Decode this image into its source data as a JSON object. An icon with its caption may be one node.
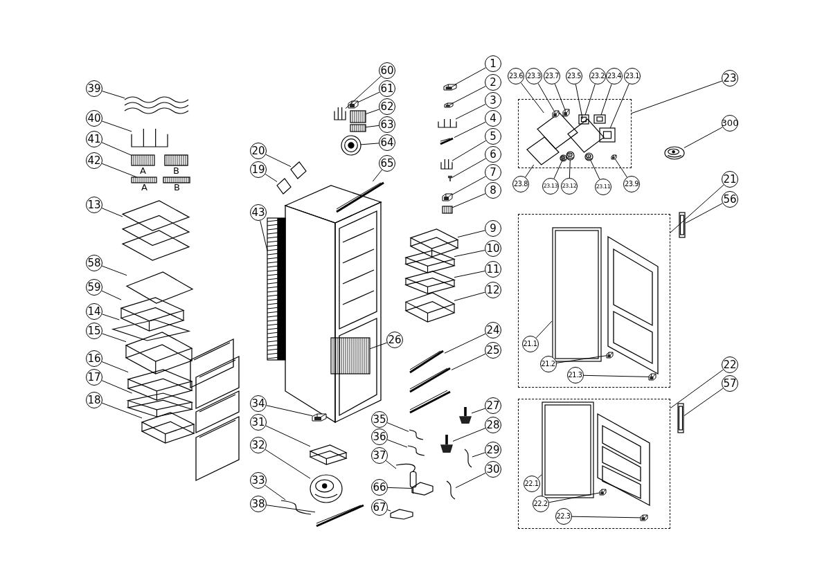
{
  "diagram": {
    "nodes": [
      {
        "text": [
          "39"
        ]
      },
      {
        "text": [],
        "shape": "picture"
      },
      {
        "text": [
          "40"
        ]
      },
      {
        "text": [],
        "shape": "picture"
      },
      {
        "text": [
          "41"
        ]
      },
      {
        "text": [],
        "shape": "picture"
      },
      {
        "text": [
          "42"
        ]
      },
      {
        "text": [],
        "shape": "picture"
      },
      {
        "text": [
          "13"
        ]
      },
      {
        "text": [],
        "shape": "picture"
      },
      {
        "text": [
          "58"
        ]
      },
      {
        "text": [],
        "shape": "picture"
      },
      {
        "text": [
          "59"
        ]
      },
      {
        "text": [],
        "shape": "picture"
      },
      {
        "text": [
          "14"
        ]
      },
      {
        "text": [],
        "shape": "picture"
      },
      {
        "text": [
          "15"
        ]
      },
      {
        "text": [],
        "shape": "picture"
      },
      {
        "text": [
          "16"
        ]
      },
      {
        "text": [],
        "shape": "picture"
      },
      {
        "text": [
          "17"
        ]
      },
      {
        "text": [],
        "shape": "picture"
      },
      {
        "text": [
          "18"
        ]
      },
      {
        "text": [],
        "shape": "picture"
      },
      {
        "text": [
          "20"
        ]
      },
      {
        "text": [],
        "shape": "picture"
      },
      {
        "text": [
          "19"
        ]
      },
      {
        "text": [],
        "shape": "picture"
      },
      {
        "text": [
          "43"
        ]
      },
      {
        "text": [],
        "shape": "picture"
      },
      {
        "text": [
          "34"
        ]
      },
      {
        "text": [],
        "shape": "picture"
      },
      {
        "text": [
          "31"
        ]
      },
      {
        "text": [],
        "shape": "picture"
      },
      {
        "text": [
          "32"
        ]
      },
      {
        "text": [],
        "shape": "picture"
      },
      {
        "text": [
          "33"
        ]
      },
      {
        "text": [],
        "shape": "picture"
      },
      {
        "text": [
          "38"
        ]
      },
      {
        "text": [],
        "shape": "picture"
      },
      {
        "text": [
          "60"
        ]
      },
      {
        "text": [],
        "shape": "picture"
      },
      {
        "text": [
          "61"
        ]
      },
      {
        "text": [],
        "shape": "picture"
      },
      {
        "text": [
          "62"
        ]
      },
      {
        "text": [],
        "shape": "picture"
      },
      {
        "text": [
          "63"
        ]
      },
      {
        "text": [],
        "shape": "picture"
      },
      {
        "text": [
          "64"
        ]
      },
      {
        "text": [],
        "shape": "picture"
      },
      {
        "text": [
          "65"
        ]
      },
      {
        "text": [],
        "shape": "picture"
      },
      {
        "text": [
          "26"
        ]
      },
      {
        "text": [],
        "shape": "picture"
      },
      {
        "text": [
          "35"
        ]
      },
      {
        "text": [],
        "shape": "picture"
      },
      {
        "text": [
          "36"
        ]
      },
      {
        "text": [],
        "shape": "picture"
      },
      {
        "text": [
          "37"
        ]
      },
      {
        "text": [],
        "shape": "picture"
      },
      {
        "text": [
          "66"
        ]
      },
      {
        "text": [],
        "shape": "picture"
      },
      {
        "text": [
          "67"
        ]
      },
      {
        "text": [],
        "shape": "picture"
      },
      {
        "text": [
          "1"
        ]
      },
      {
        "text": [],
        "shape": "picture"
      },
      {
        "text": [
          "2"
        ]
      },
      {
        "text": [],
        "shape": "picture"
      },
      {
        "text": [
          "3"
        ]
      },
      {
        "text": [],
        "shape": "picture"
      },
      {
        "text": [
          "4"
        ]
      },
      {
        "text": [],
        "shape": "picture"
      },
      {
        "text": [
          "5"
        ]
      },
      {
        "text": [],
        "shape": "picture"
      },
      {
        "text": [
          "6"
        ]
      },
      {
        "text": [],
        "shape": "picture"
      },
      {
        "text": [
          "7"
        ]
      },
      {
        "text": [],
        "shape": "picture"
      },
      {
        "text": [
          "8"
        ]
      },
      {
        "text": [],
        "shape": "picture"
      },
      {
        "text": [
          "9"
        ]
      },
      {
        "text": [],
        "shape": "picture"
      },
      {
        "text": [
          "10"
        ]
      },
      {
        "text": [],
        "shape": "picture"
      },
      {
        "text": [
          "11"
        ]
      },
      {
        "text": [],
        "shape": "picture"
      },
      {
        "text": [
          "12"
        ]
      },
      {
        "text": [],
        "shape": "picture"
      },
      {
        "text": [
          "24"
        ]
      },
      {
        "text": [],
        "shape": "picture"
      },
      {
        "text": [
          "25"
        ]
      },
      {
        "text": [],
        "shape": "picture"
      },
      {
        "text": [
          "27"
        ]
      },
      {
        "text": [],
        "shape": "picture"
      },
      {
        "text": [
          "28"
        ]
      },
      {
        "text": [],
        "shape": "picture"
      },
      {
        "text": [
          "29"
        ]
      },
      {
        "text": [],
        "shape": "picture"
      },
      {
        "text": [
          "30"
        ]
      },
      {
        "text": [],
        "shape": "picture"
      },
      {
        "text": [
          "23"
        ]
      },
      {
        "text": [],
        "shape": "box"
      },
      {
        "text": [
          "23.6"
        ]
      },
      {
        "text": [],
        "shape": "picture",
        "in": 101
      },
      {
        "text": [
          "23.3"
        ]
      },
      {
        "text": [],
        "shape": "picture",
        "in": 101
      },
      {
        "text": [
          "23.7"
        ]
      },
      {
        "text": [],
        "shape": "picture",
        "in": 101
      },
      {
        "text": [
          "23.5"
        ]
      },
      {
        "text": [],
        "shape": "picture",
        "in": 101
      },
      {
        "text": [
          "23.2"
        ]
      },
      {
        "text": [],
        "shape": "picture",
        "in": 101
      },
      {
        "text": [
          "23.4"
        ]
      },
      {
        "text": [],
        "shape": "picture",
        "in": 101
      },
      {
        "text": [
          "23.1"
        ]
      },
      {
        "text": [],
        "shape": "picture",
        "in": 101
      },
      {
        "text": [
          "23.8"
        ]
      },
      {
        "text": [],
        "shape": "picture",
        "in": 101
      },
      {
        "text": [
          "23.13"
        ]
      },
      {
        "text": [],
        "shape": "picture",
        "in": 101
      },
      {
        "text": [
          "23.12"
        ]
      },
      {
        "text": [],
        "shape": "picture",
        "in": 101
      },
      {
        "text": [
          "23.11"
        ]
      },
      {
        "text": [],
        "shape": "picture",
        "in": 101
      },
      {
        "text": [
          "23.9"
        ]
      },
      {
        "text": [],
        "shape": "picture",
        "in": 101
      },
      {
        "text": [
          "300"
        ]
      },
      {
        "text": [],
        "shape": "picture"
      },
      {
        "text": [
          "21"
        ]
      },
      {
        "text": [],
        "shape": "box"
      },
      {
        "text": [
          "21.1"
        ],
        "in": 129
      },
      {
        "text": [],
        "shape": "picture",
        "in": 129
      },
      {
        "text": [
          "21.2"
        ],
        "in": 129
      },
      {
        "text": [],
        "shape": "picture",
        "in": 129
      },
      {
        "text": [
          "21.3"
        ],
        "in": 129
      },
      {
        "text": [],
        "shape": "picture",
        "in": 129
      },
      {
        "text": [
          "56"
        ]
      },
      {
        "text": [],
        "shape": "picture"
      },
      {
        "text": [
          "22"
        ]
      },
      {
        "text": [],
        "shape": "box"
      },
      {
        "text": [
          "22.1"
        ],
        "in": 139
      },
      {
        "text": [],
        "shape": "picture",
        "in": 139
      },
      {
        "text": [
          "22.2"
        ],
        "in": 139
      },
      {
        "text": [],
        "shape": "picture",
        "in": 139
      },
      {
        "text": [
          "22.3"
        ],
        "in": 139
      },
      {
        "text": [],
        "shape": "picture",
        "in": 139
      },
      {
        "text": [
          "57"
        ]
      },
      {
        "text": [],
        "shape": "picture"
      }
    ],
    "edges": [
      {
        "from": 0,
        "to": 1,
        "arrow": "none"
      },
      {
        "from": 2,
        "to": 3,
        "arrow": "none"
      },
      {
        "from": 4,
        "to": 5,
        "arrow": "none"
      },
      {
        "from": 6,
        "to": 7,
        "arrow": "none"
      },
      {
        "from": 8,
        "to": 9,
        "arrow": "none"
      },
      {
        "from": 10,
        "to": 11,
        "arrow": "none"
      },
      {
        "from": 12,
        "to": 13,
        "arrow": "none"
      },
      {
        "from": 14,
        "to": 15,
        "arrow": "none"
      },
      {
        "from": 16,
        "to": 17,
        "arrow": "none"
      },
      {
        "from": 18,
        "to": 19,
        "arrow": "none"
      },
      {
        "from": 20,
        "to": 21,
        "arrow": "none"
      },
      {
        "from": 22,
        "to": 23,
        "arrow": "none"
      },
      {
        "from": 24,
        "to": 25,
        "arrow": "none"
      },
      {
        "from": 26,
        "to": 27,
        "arrow": "none"
      },
      {
        "from": 28,
        "to": 29,
        "arrow": "none"
      },
      {
        "from": 30,
        "to": 31,
        "arrow": "none"
      },
      {
        "from": 32,
        "to": 33,
        "arrow": "none"
      },
      {
        "from": 34,
        "to": 35,
        "arrow": "none"
      },
      {
        "from": 36,
        "to": 37,
        "arrow": "none"
      },
      {
        "from": 38,
        "to": 39,
        "arrow": "none"
      },
      {
        "from": 40,
        "to": 41,
        "arrow": "none"
      },
      {
        "from": 42,
        "to": 43,
        "arrow": "none"
      },
      {
        "from": 44,
        "to": 45,
        "arrow": "none"
      },
      {
        "from": 46,
        "to": 47,
        "arrow": "none"
      },
      {
        "from": 48,
        "to": 49,
        "arrow": "none"
      },
      {
        "from": 50,
        "to": 51,
        "arrow": "none"
      },
      {
        "from": 52,
        "to": 53,
        "arrow": "none"
      },
      {
        "from": 54,
        "to": 55,
        "arrow": "none"
      },
      {
        "from": 56,
        "to": 57,
        "arrow": "none"
      },
      {
        "from": 58,
        "to": 59,
        "arrow": "none"
      },
      {
        "from": 60,
        "to": 61,
        "arrow": "none"
      },
      {
        "from": 62,
        "to": 63,
        "arrow": "none"
      },
      {
        "from": 64,
        "to": 65,
        "arrow": "none"
      },
      {
        "from": 66,
        "to": 67,
        "arrow": "none"
      },
      {
        "from": 68,
        "to": 69,
        "arrow": "none"
      },
      {
        "from": 70,
        "to": 71,
        "arrow": "none"
      },
      {
        "from": 72,
        "to": 73,
        "arrow": "none"
      },
      {
        "from": 74,
        "to": 75,
        "arrow": "none"
      },
      {
        "from": 76,
        "to": 77,
        "arrow": "none"
      },
      {
        "from": 78,
        "to": 79,
        "arrow": "none"
      },
      {
        "from": 80,
        "to": 81,
        "arrow": "none"
      },
      {
        "from": 82,
        "to": 83,
        "arrow": "none"
      },
      {
        "from": 84,
        "to": 85,
        "arrow": "none"
      },
      {
        "from": 86,
        "to": 87,
        "arrow": "none"
      },
      {
        "from": 88,
        "to": 89,
        "arrow": "none"
      },
      {
        "from": 90,
        "to": 91,
        "arrow": "none"
      },
      {
        "from": 92,
        "to": 93,
        "arrow": "none"
      },
      {
        "from": 94,
        "to": 95,
        "arrow": "none"
      },
      {
        "from": 96,
        "to": 97,
        "arrow": "none"
      },
      {
        "from": 98,
        "to": 99,
        "arrow": "none"
      },
      {
        "from": 100,
        "to": 101,
        "arrow": "none"
      },
      {
        "from": 102,
        "to": 103,
        "arrow": "none"
      },
      {
        "from": 104,
        "to": 105,
        "arrow": "none"
      },
      {
        "from": 106,
        "to": 107,
        "arrow": "none"
      },
      {
        "from": 108,
        "to": 109,
        "arrow": "none"
      },
      {
        "from": 110,
        "to": 111,
        "arrow": "none"
      },
      {
        "from": 112,
        "to": 113,
        "arrow": "none"
      },
      {
        "from": 114,
        "to": 115,
        "arrow": "none"
      },
      {
        "from": 116,
        "to": 117,
        "arrow": "none"
      },
      {
        "from": 118,
        "to": 119,
        "arrow": "none"
      },
      {
        "from": 120,
        "to": 121,
        "arrow": "none"
      },
      {
        "from": 122,
        "to": 123,
        "arrow": "none"
      },
      {
        "from": 124,
        "to": 125,
        "arrow": "none"
      },
      {
        "from": 126,
        "to": 127,
        "arrow": "none"
      },
      {
        "from": 128,
        "to": 129,
        "arrow": "none"
      },
      {
        "from": 130,
        "to": 131,
        "arrow": "none"
      },
      {
        "from": 132,
        "to": 133,
        "arrow": "none"
      },
      {
        "from": 134,
        "to": 135,
        "arrow": "none"
      },
      {
        "from": 136,
        "to": 137,
        "arrow": "none"
      },
      {
        "from": 138,
        "to": 139,
        "arrow": "none"
      },
      {
        "from": 140,
        "to": 141,
        "arrow": "none"
      },
      {
        "from": 142,
        "to": 143,
        "arrow": "none"
      },
      {
        "from": 144,
        "to": 145,
        "arrow": "none"
      },
      {
        "from": 146,
        "to": 147,
        "arrow": "none"
      }
    ],
    "labels": [
      "A",
      "B",
      "A",
      "B"
    ]
  }
}
